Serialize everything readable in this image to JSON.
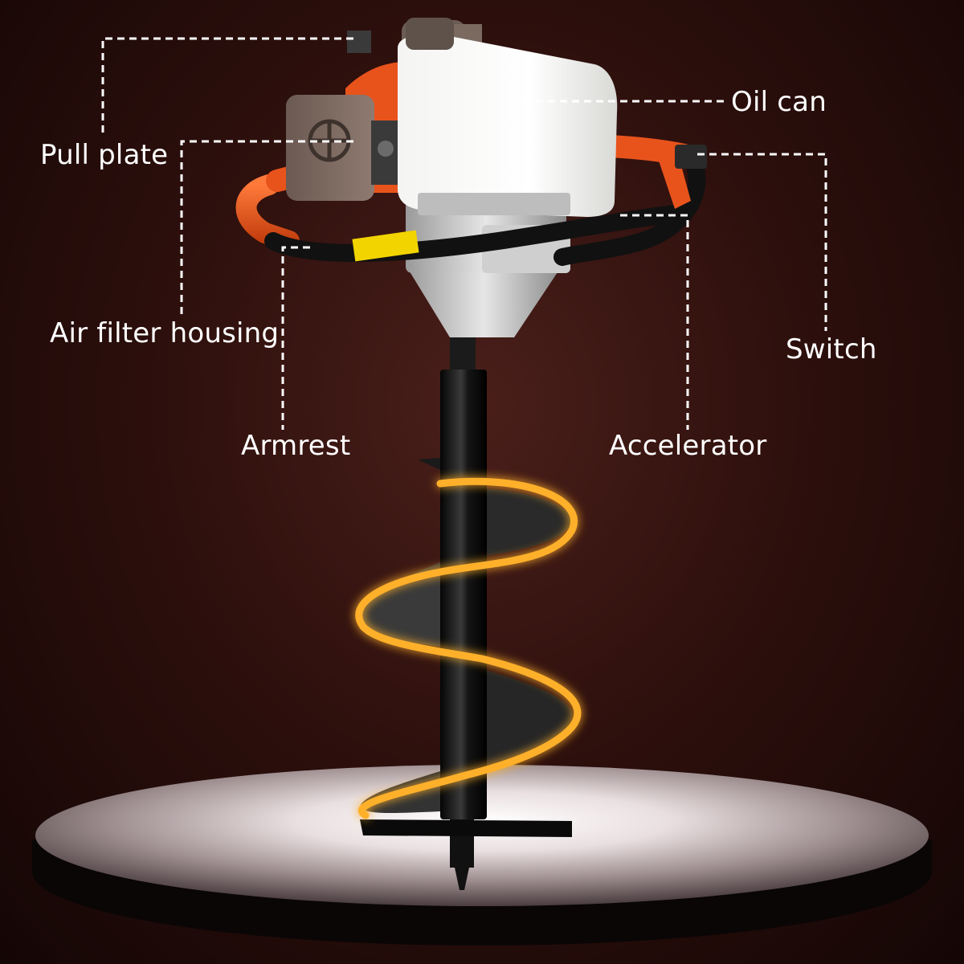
{
  "colors": {
    "background_center": "#4a1f1a",
    "background_edge": "#140605",
    "accent_orange": "#e8531c",
    "glow_orange": "#ffb02a",
    "leader_line": "#ffffff",
    "label_text": "#ffffff"
  },
  "labels": {
    "pull_plate": "Pull plate",
    "oil_can": "Oil can",
    "air_filter_housing": "Air filter housing",
    "switch": "Switch",
    "armrest": "Armrest",
    "accelerator": "Accelerator"
  }
}
